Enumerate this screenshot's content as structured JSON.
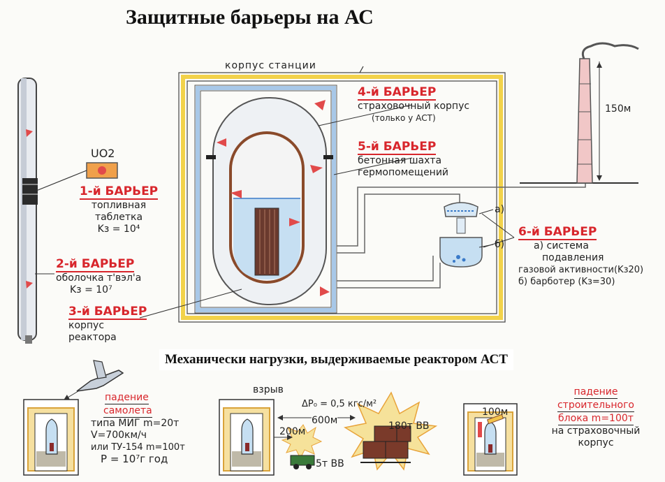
{
  "title": "Защитные барьеры на АС",
  "subtitle": "Механически нагрузки, выдерживаемые реактором АСТ",
  "station_hull": "корпус станции",
  "stack_height": "150м",
  "fuel_label": "UO2",
  "barriers": [
    {
      "name": "1-й БАРЬЕР",
      "lines": [
        "топливная",
        "таблетка",
        "Kз = 10⁴"
      ]
    },
    {
      "name": "2-й БАРЬЕР",
      "lines": [
        "оболочка т'вэл'а",
        "Kз = 10⁷"
      ]
    },
    {
      "name": "3-й БАРЬЕР",
      "lines": [
        "корпус",
        "реактора"
      ]
    },
    {
      "name": "4-й БАРЬЕР",
      "lines": [
        "страховочный корпус",
        "(только у АСТ)"
      ]
    },
    {
      "name": "5-й БАРЬЕР",
      "lines": [
        "бетонная шахта",
        "гермопомещений"
      ]
    },
    {
      "name": "6-й БАРЬЕР",
      "lines": [
        "а) система",
        "подавления",
        "газовой активности(Kз20)",
        "б) барботер (Kз=30)"
      ]
    }
  ],
  "marks": {
    "a": "а)",
    "b": "б)"
  },
  "loads": {
    "plane": {
      "heading": [
        "падение",
        "самолета"
      ],
      "lines": [
        "типа МИГ m=20т",
        "V=700км/ч",
        "или ТУ-154 m=100т",
        "P = 10⁷г год"
      ]
    },
    "blast": {
      "heading": "взрыв",
      "pressure": "ΔP₀ = 0,5 кгс/м²",
      "d600": "600м",
      "d200": "200м",
      "c180": "180т ВВ",
      "c5": "5т ВВ"
    },
    "block": {
      "heading": [
        "падение",
        "строительного",
        "блока m=100т"
      ],
      "lines": [
        "на страховочный",
        "корпус"
      ],
      "h": "100м"
    }
  },
  "colors": {
    "accent": "#d8262c",
    "yellow": "#f2d24a",
    "blue": "#a8c8e8",
    "brown": "#8a4a2a"
  }
}
